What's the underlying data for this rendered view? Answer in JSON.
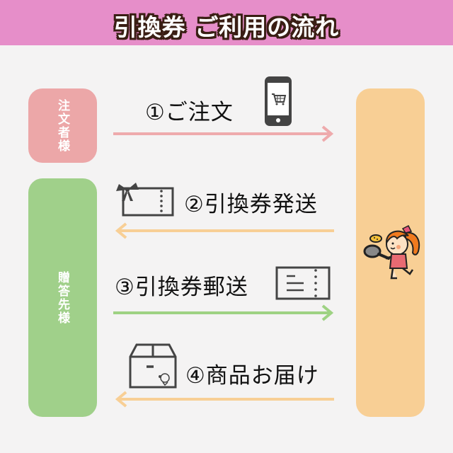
{
  "header": {
    "title": "引換券 ご利用の流れ",
    "background_color": "#e68ec9",
    "text_outline_color": "#3a1e14"
  },
  "actors": {
    "orderer": {
      "label": "注文者様",
      "color": "#eca7a8"
    },
    "recipient": {
      "label": "贈答先様",
      "color": "#a0d08a"
    },
    "shop": {
      "label": "",
      "color": "#f8cf95",
      "icon": "girl-cooking-mascot-icon"
    }
  },
  "steps": [
    {
      "number": "①",
      "label": "ご注文",
      "icon": "smartphone-cart-icon",
      "direction": "right",
      "color": "#eeaaac"
    },
    {
      "number": "②",
      "label": "引換券発送",
      "icon": "gift-ticket-icon",
      "direction": "left",
      "color": "#f8cf95"
    },
    {
      "number": "③",
      "label": "引換券郵送",
      "icon": "ticket-icon",
      "direction": "right",
      "color": "#9ed283"
    },
    {
      "number": "④",
      "label": "商品お届け",
      "icon": "cardboard-box-icon",
      "direction": "left",
      "color": "#f8cf95"
    }
  ]
}
